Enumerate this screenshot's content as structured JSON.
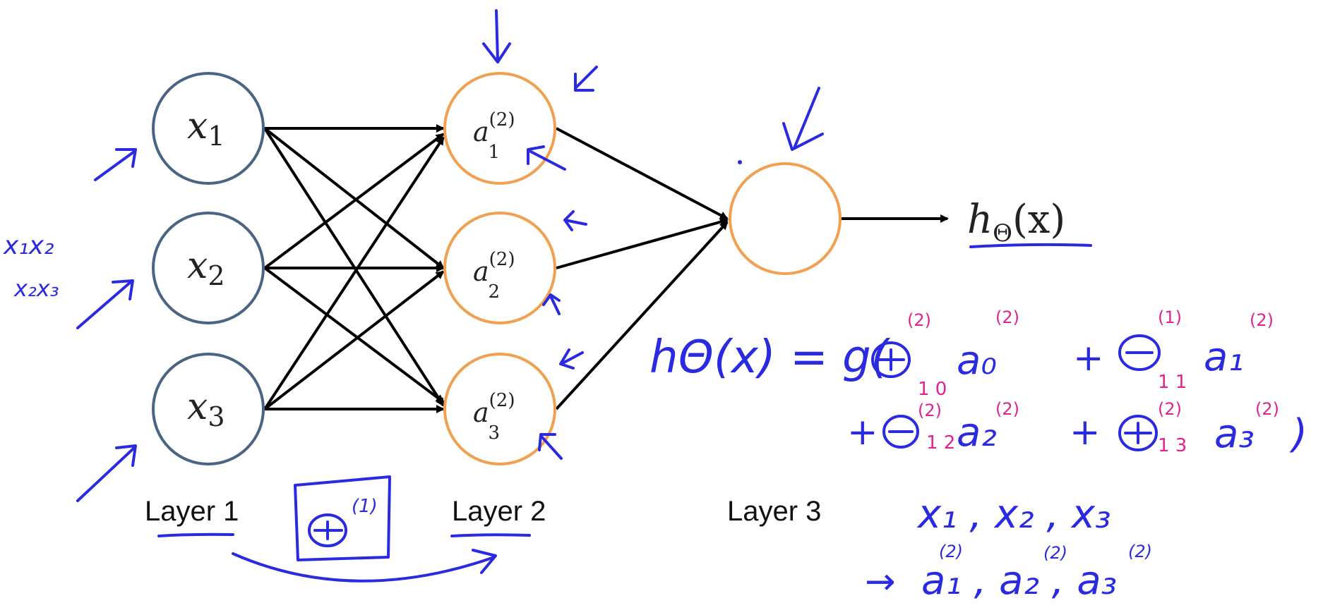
{
  "colors": {
    "input_node": "#4a6584",
    "hidden_node": "#f0a050",
    "edge": "#000000",
    "ink_blue": "#2a2ae0",
    "ink_pink": "#e0248f"
  },
  "layers": {
    "layer1_label": "Layer 1",
    "layer2_label": "Layer 2",
    "layer3_label": "Layer 3"
  },
  "nodes": {
    "x1": "x",
    "x1_sub": "1",
    "x2": "x",
    "x2_sub": "2",
    "x3": "x",
    "x3_sub": "3",
    "a_base": "a",
    "a_sup": "(2)",
    "a1_sub": "1",
    "a2_sub": "2",
    "a3_sub": "3"
  },
  "output": {
    "h": "h",
    "h_sub": "Θ",
    "h_arg": "(x)"
  },
  "annotations": {
    "left_note_1": "x₁x₂",
    "left_note_2": "x₂x₃",
    "theta_box_sup": "(1)",
    "eq_lhs": "hΘ(x) = g(",
    "eq_t1_sup": "(2)",
    "eq_t1_sub": "1 0",
    "eq_t1_a": "a₀",
    "eq_t1_a_sup": "(2)",
    "eq_plus": "+",
    "eq_t2_sup": "(1)",
    "eq_t2_sub": "1 1",
    "eq_t2_a": "a₁",
    "eq_t2_a_sup": "(2)",
    "eq_t3_sup": "(2)",
    "eq_t3_sub": "1 2",
    "eq_t3_a": "a₂",
    "eq_t3_a_sup": "(2)",
    "eq_t4_sup": "(2)",
    "eq_t4_sub": "1 3",
    "eq_t4_a": "a₃",
    "eq_t4_a_sup": "(2)",
    "eq_close": ")",
    "inputs_line": "x₁ , x₂ , x₃",
    "arrow_line_prefix": "→",
    "acts_line": "a₁ , a₂ , a₃",
    "acts_sup": "(2)"
  }
}
